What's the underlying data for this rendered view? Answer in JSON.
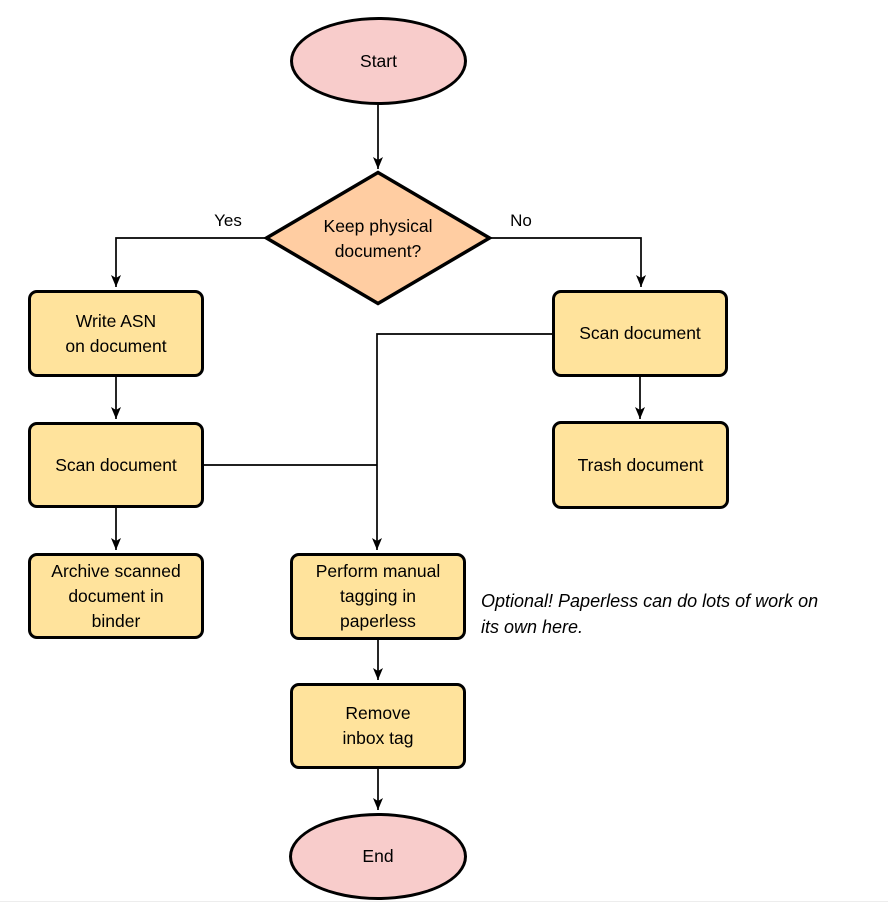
{
  "nodes": {
    "start": {
      "label": "Start"
    },
    "decision": {
      "lines": [
        "Keep physical",
        "document?"
      ]
    },
    "write_asn": {
      "lines": [
        "Write ASN",
        "on document"
      ]
    },
    "scan_left": {
      "label": "Scan document"
    },
    "archive": {
      "lines": [
        "Archive scanned",
        "document in",
        "binder"
      ]
    },
    "scan_right": {
      "label": "Scan document"
    },
    "trash": {
      "label": "Trash document"
    },
    "tagging": {
      "lines": [
        "Perform manual",
        "tagging in",
        "paperless"
      ]
    },
    "remove_inbox": {
      "lines": [
        "Remove",
        "inbox tag"
      ]
    },
    "end": {
      "label": "End"
    }
  },
  "edge_labels": {
    "yes": "Yes",
    "no": "No"
  },
  "annotation": {
    "lines": [
      "Optional! Paperless can do lots of work on",
      "its own here."
    ]
  },
  "colors": {
    "terminator_fill": "#f8cccb",
    "decision_fill": "#ffcda2",
    "process_fill": "#ffe39c",
    "stroke": "#000000",
    "edge": "#000000"
  }
}
